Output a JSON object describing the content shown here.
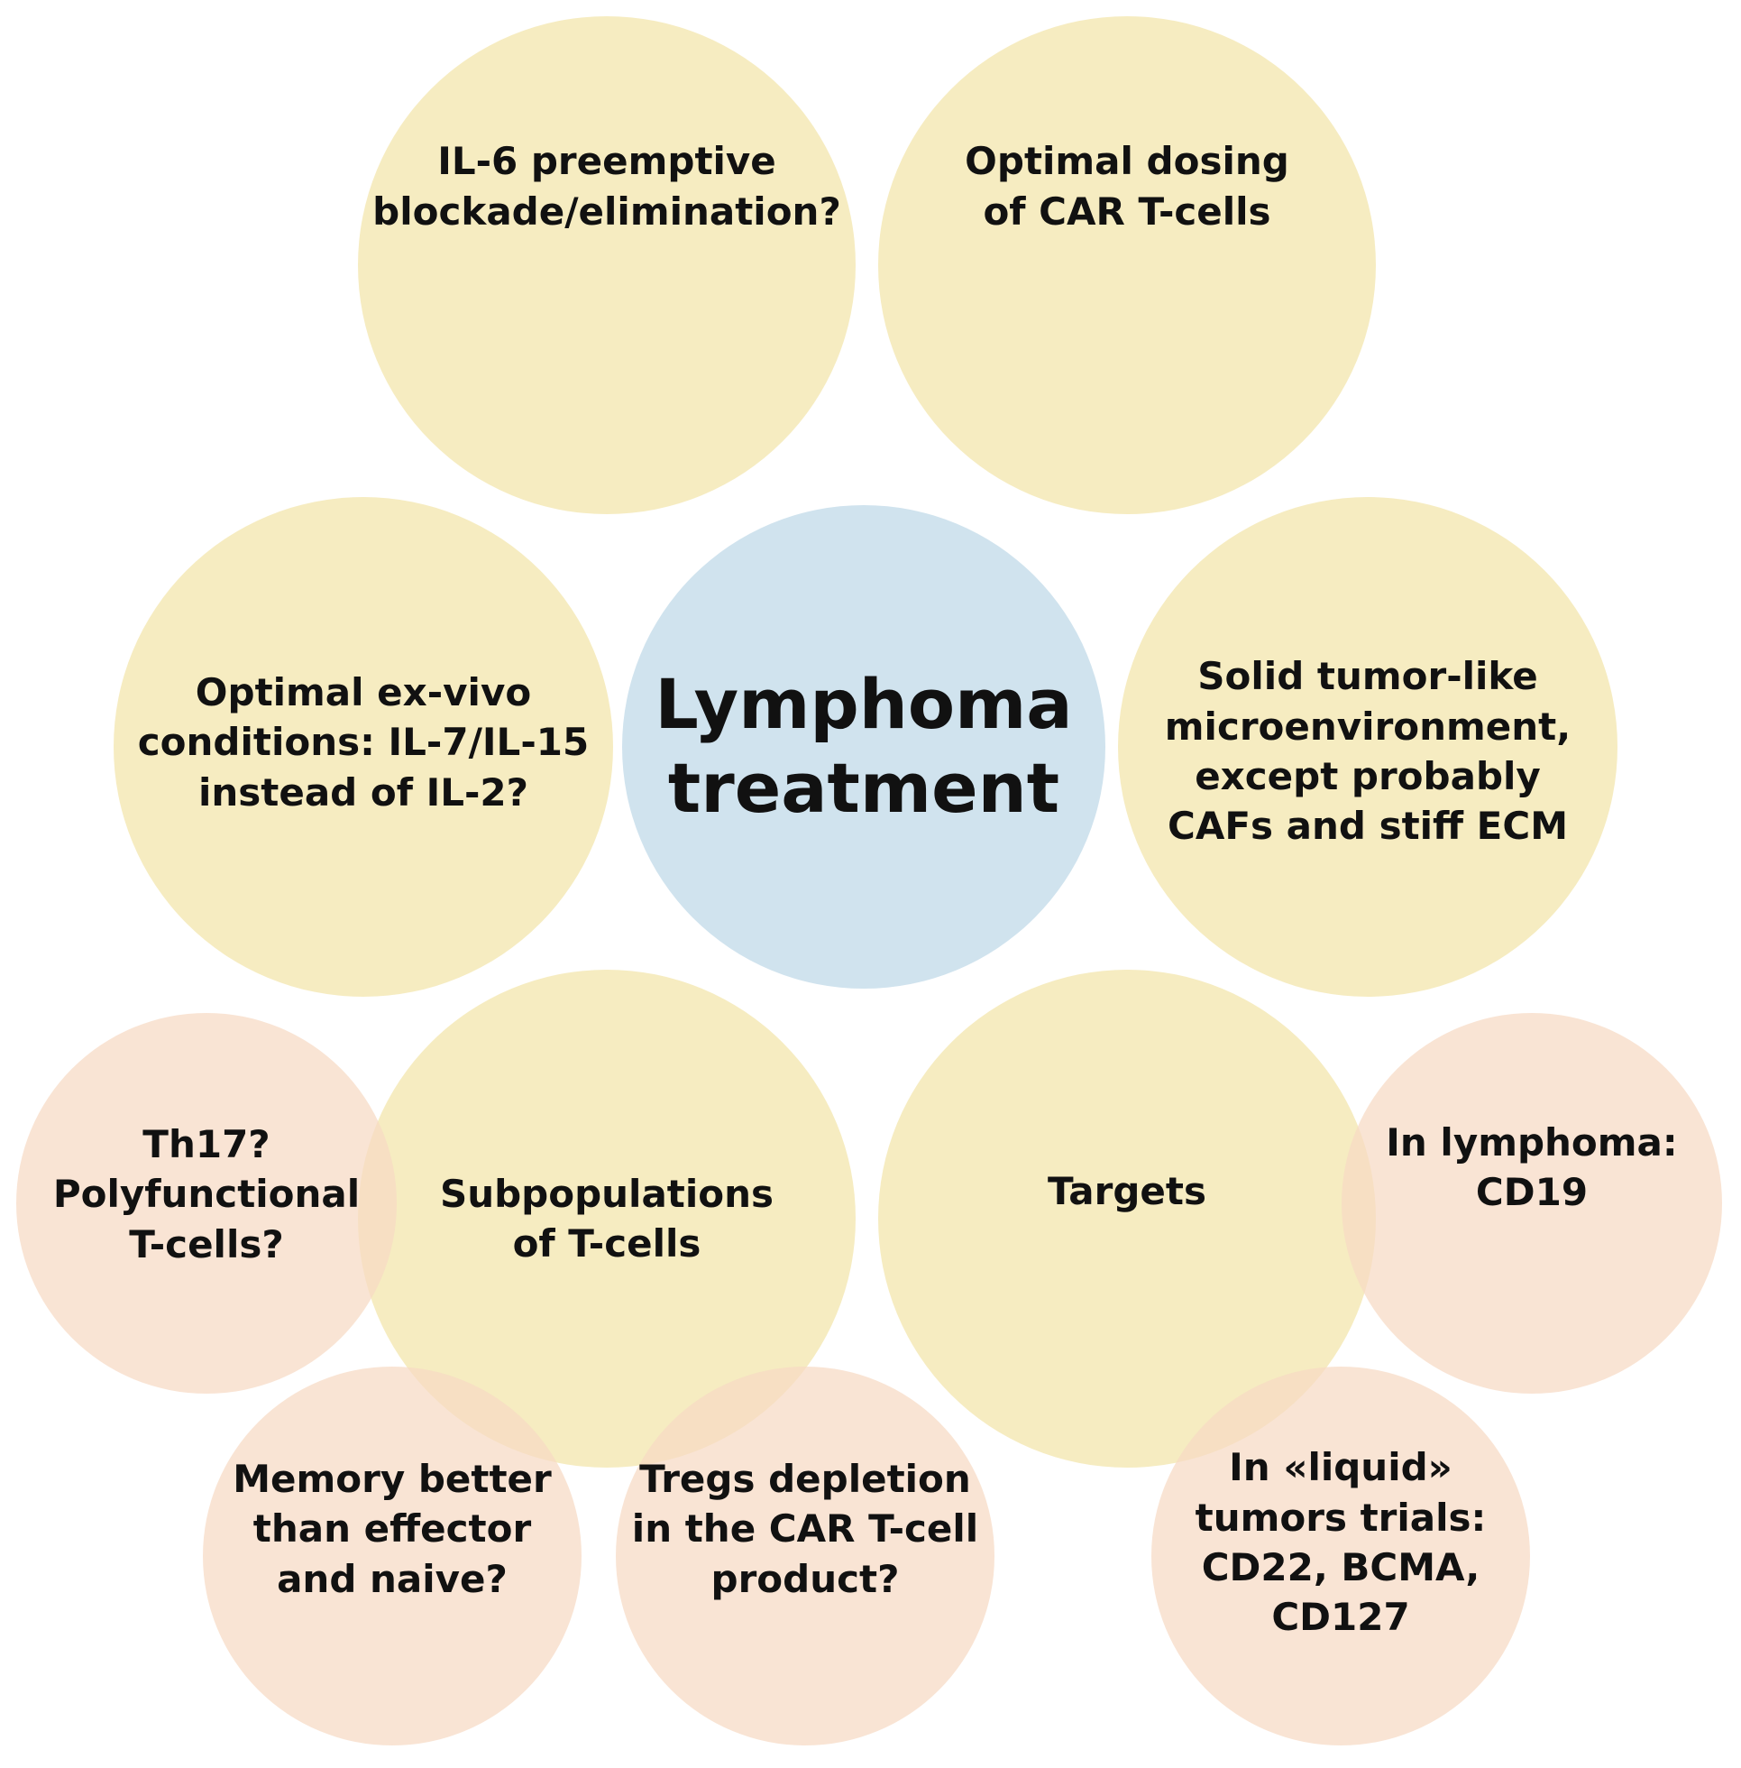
{
  "colors": {
    "main_fill": "#F5EABC",
    "center_fill": "#D0E3EE",
    "sub_fill": "#F6DAC4",
    "text": "#111111"
  },
  "center": {
    "label": "Lymphoma\ntreatment"
  },
  "main_nodes": {
    "il6": "IL-6 preemptive\nblockade/elimination?",
    "dosing": "Optimal dosing\nof CAR T-cells",
    "exvivo": "Optimal ex-vivo\nconditions: IL-7/IL-15\ninstead of IL-2?",
    "microenv": "Solid tumor-like\nmicroenvironment,\nexcept probably\nCAFs and stiff ECM",
    "subpop": "Subpopulations\nof T-cells",
    "targets": "Targets"
  },
  "sub_nodes": {
    "th17": "Th17?\nPolyfunctional\nT-cells?",
    "memory": "Memory better\nthan effector\nand naive?",
    "tregs": "Tregs depletion\nin the CAR T-cell\nproduct?",
    "lymphoma_target": "In lymphoma:\nCD19",
    "liquid_targets": "In «liquid»\ntumors trials:\nCD22, BCMA,\nCD127"
  }
}
